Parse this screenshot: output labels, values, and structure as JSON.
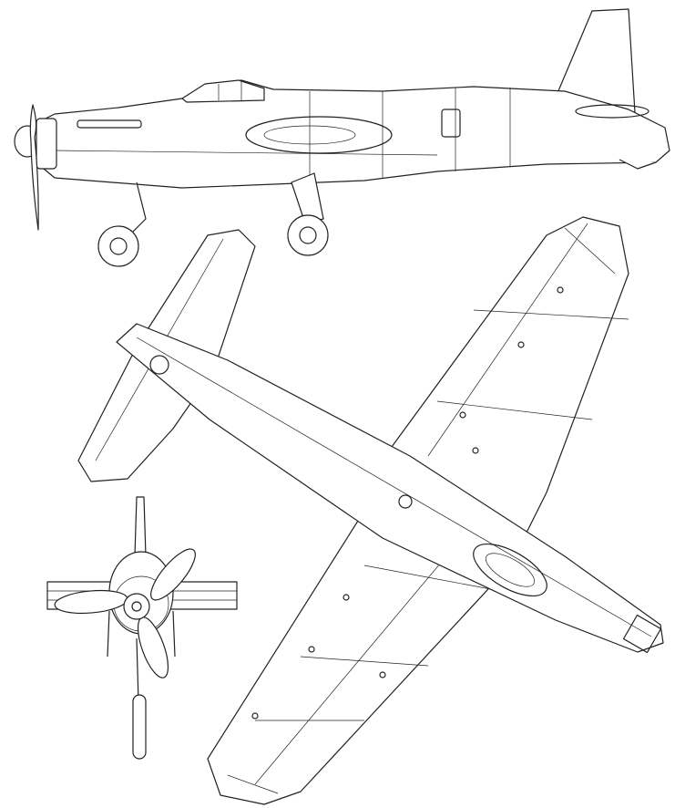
{
  "drawing": {
    "views": [
      "side-view",
      "top-view",
      "front-view"
    ],
    "line_color": "#222222",
    "background_color": "#ffffff"
  }
}
